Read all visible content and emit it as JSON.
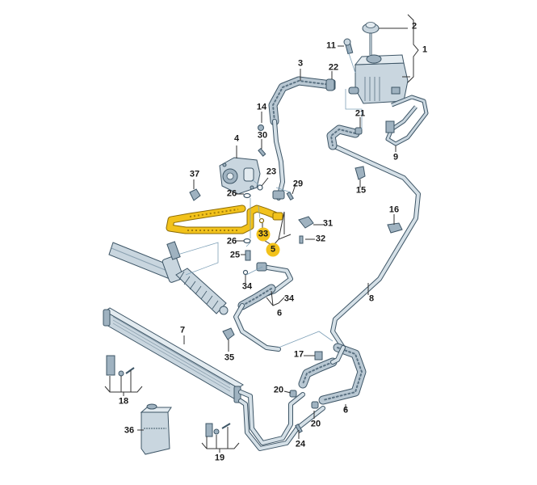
{
  "diagram": {
    "title": "Power steering system parts diagram",
    "highlight_color": "#f2c21b",
    "line_color": "#3d5566",
    "part_fill_color": "#c9d6df",
    "highlighted_parts": [
      "5",
      "33"
    ],
    "callouts": {
      "c1": "1",
      "c2": "2",
      "c3": "3",
      "c4": "4",
      "c5": "5",
      "c6a": "6",
      "c6b": "6",
      "c7": "7",
      "c8": "8",
      "c9": "9",
      "c11": "11",
      "c14": "14",
      "c15": "15",
      "c16": "16",
      "c17": "17",
      "c18": "18",
      "c19": "19",
      "c20a": "20",
      "c20b": "20",
      "c21": "21",
      "c22": "22",
      "c23": "23",
      "c24": "24",
      "c25": "25",
      "c26a": "26",
      "c26b": "26",
      "c29": "29",
      "c30": "30",
      "c31": "31",
      "c32": "32",
      "c33": "33",
      "c34a": "34",
      "c34b": "34",
      "c35": "35",
      "c36": "36",
      "c37": "37"
    },
    "parts": [
      {
        "ref": "1",
        "description": "reservoir assembly"
      },
      {
        "ref": "2",
        "description": "cap"
      },
      {
        "ref": "3",
        "description": "suction hose"
      },
      {
        "ref": "4",
        "description": "power steering pump"
      },
      {
        "ref": "5",
        "description": "pressure line (highlighted)"
      },
      {
        "ref": "6",
        "description": "return hose"
      },
      {
        "ref": "7",
        "description": "cooler"
      },
      {
        "ref": "8",
        "description": "return line"
      },
      {
        "ref": "9",
        "description": "bracket"
      },
      {
        "ref": "36",
        "description": "hydraulic fluid container"
      }
    ]
  }
}
